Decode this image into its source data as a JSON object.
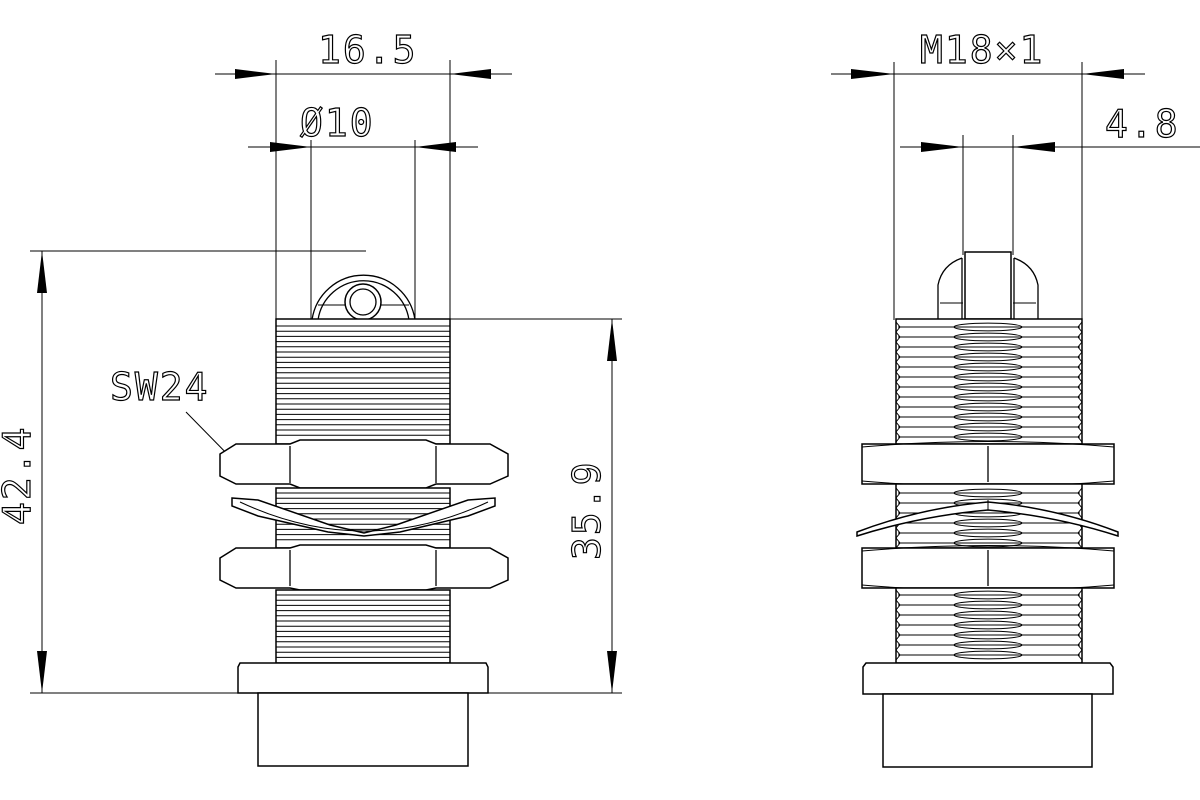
{
  "drawing": {
    "type": "technical-drawing",
    "subject": "threaded sensor / switch housing with roller, two hex nuts and spring washer",
    "background": "#ffffff",
    "line_color": "#000000"
  },
  "left_view": {
    "name": "front view",
    "dimensions": {
      "overall_width": "16.5",
      "roller_diameter": "Ø10",
      "total_height": "42.4",
      "thread_height": "35.9",
      "wrench_size": "SW24"
    }
  },
  "right_view": {
    "name": "side view",
    "dimensions": {
      "thread": "M18×1",
      "roller_width": "4.8"
    }
  }
}
